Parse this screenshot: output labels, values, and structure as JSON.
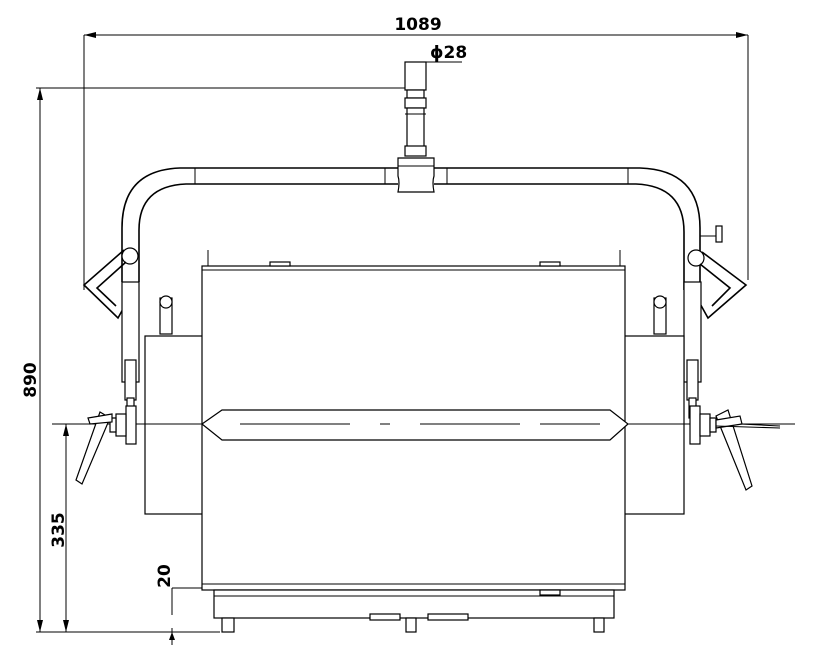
{
  "dimensions": {
    "overall_width": "1089",
    "pole_diameter": "ϕ28",
    "overall_height": "890",
    "axis_height": "335",
    "base_offset": "20"
  },
  "colors": {
    "line": "#000000",
    "background": "#ffffff"
  }
}
